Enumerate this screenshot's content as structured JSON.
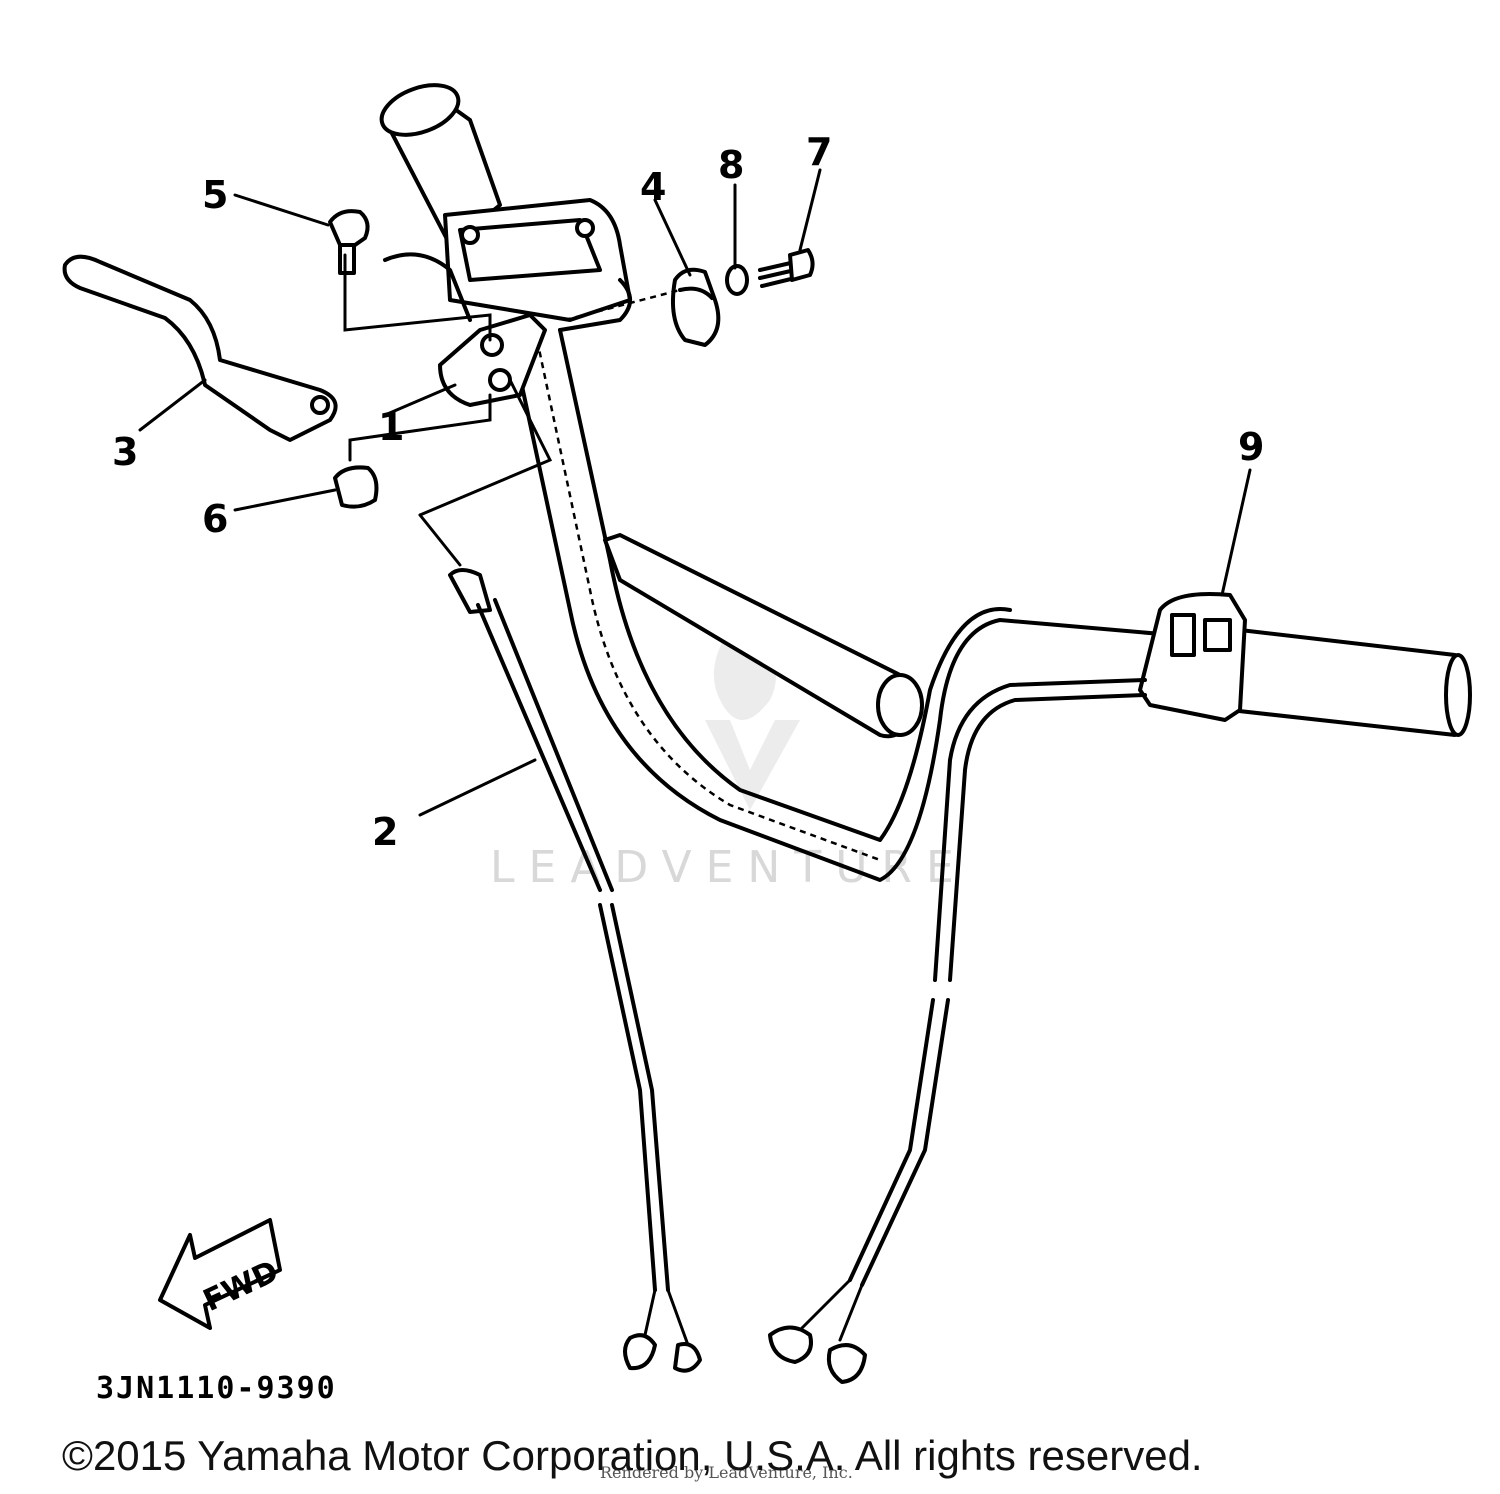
{
  "callouts": {
    "c1": "1",
    "c2": "2",
    "c3": "3",
    "c4": "4",
    "c5": "5",
    "c6": "6",
    "c7": "7",
    "c8": "8",
    "c9": "9"
  },
  "fwd_label": "FWD",
  "part_code": "3JN1110-9390",
  "watermark": "LEADVENTURE",
  "rendered_by": "Rendered by LeadVenture, Inc.",
  "copyright": "©2015 Yamaha Motor Corporation, U.S.A. All rights reserved."
}
